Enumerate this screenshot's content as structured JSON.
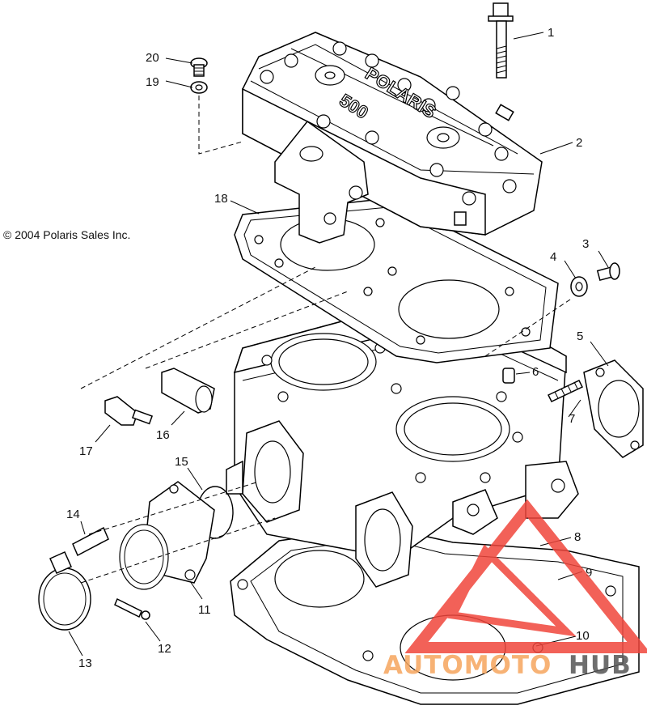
{
  "copyright": "© 2004 Polaris Sales Inc.",
  "cover_marking": {
    "brand": "POLARIS",
    "model": "500"
  },
  "callouts": [
    "1",
    "2",
    "3",
    "4",
    "5",
    "6",
    "7",
    "8",
    "9",
    "10",
    "11",
    "12",
    "13",
    "14",
    "15",
    "16",
    "17",
    "18",
    "19",
    "20"
  ],
  "watermark": {
    "part1": "AUTOMOTO",
    "part2": "HUB",
    "color_accent": "#f0463c",
    "color_text_light": "#f6a55d",
    "color_text_dark": "#555555"
  }
}
